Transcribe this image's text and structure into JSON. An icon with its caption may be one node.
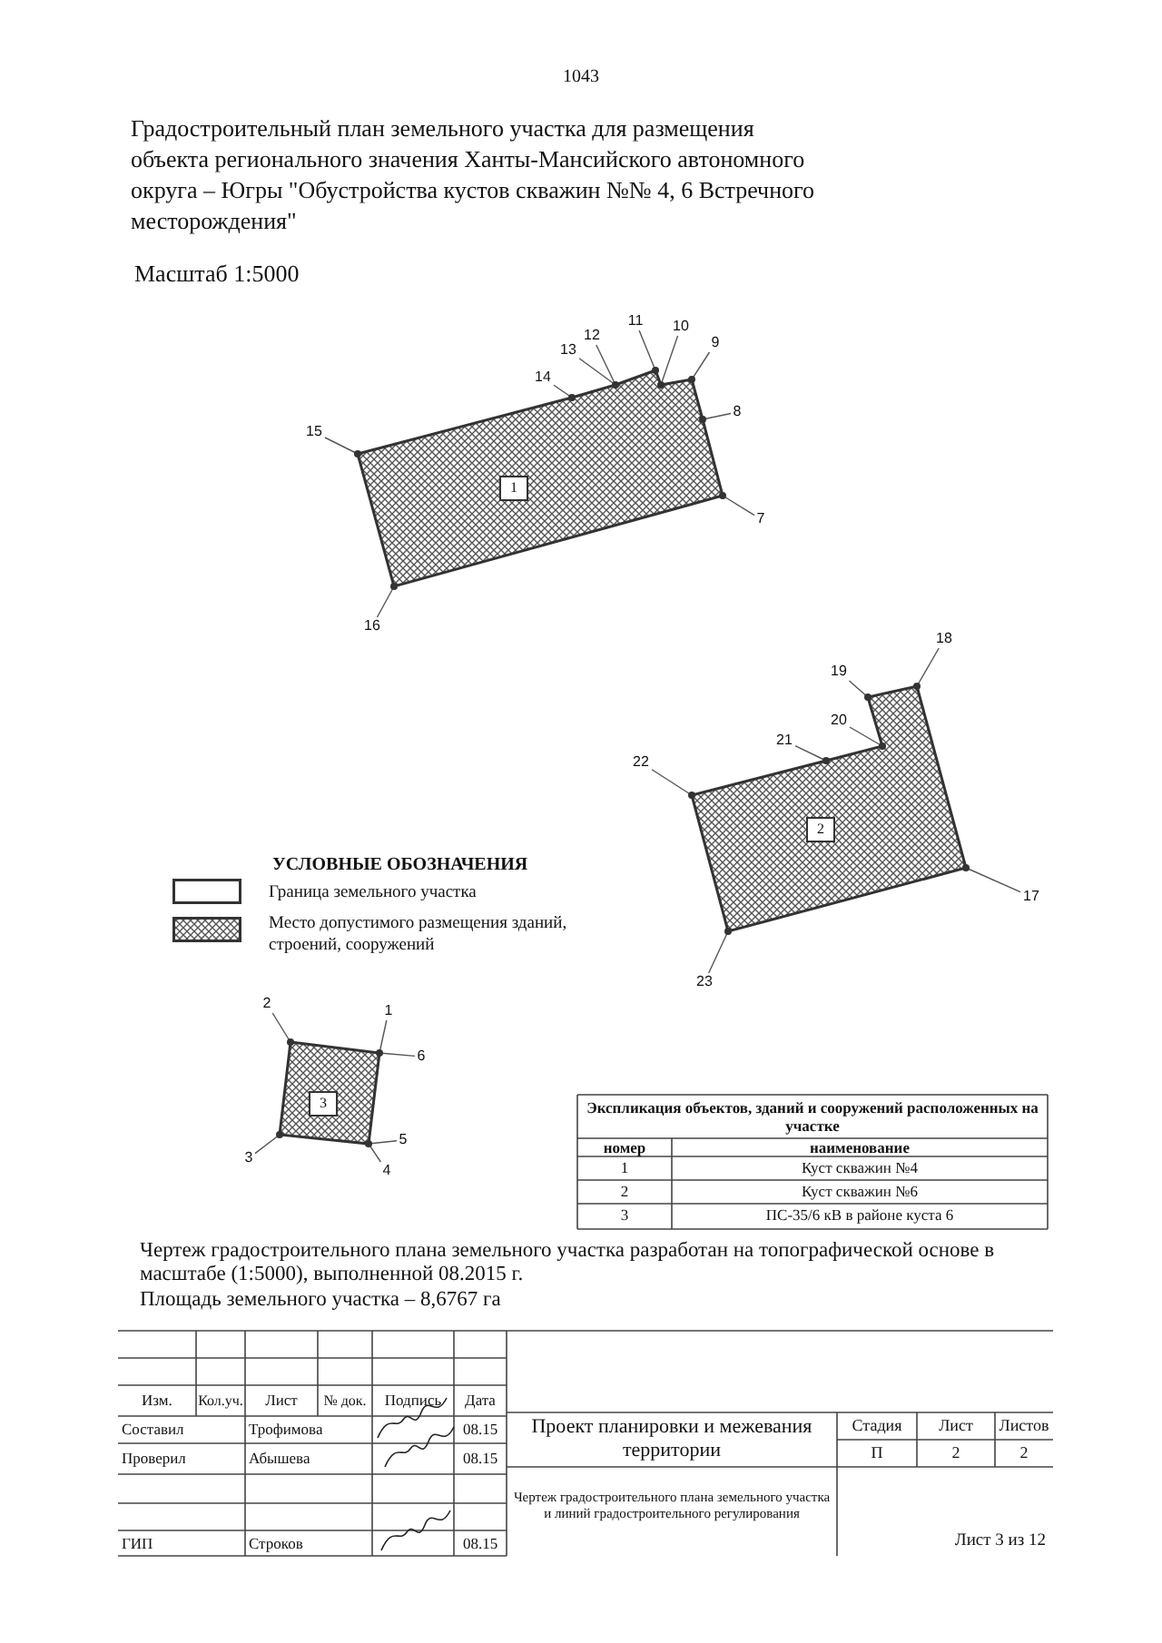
{
  "diagram": {
    "title": "Градостроительный план земельного участка для размещения объекта регионального значения Ханты-Мансийского автономного округа – Югры \"Обустройства кустов скважин №№ 4, 6 Встречного месторождения\"",
    "nodes": [
      {
        "text": [
          "1"
        ]
      },
      {
        "text": [
          "2"
        ]
      },
      {
        "text": [
          "3"
        ]
      },
      {
        "text": [
          "1"
        ]
      },
      {
        "text": [
          "2"
        ]
      },
      {
        "text": [
          "3"
        ]
      },
      {
        "text": [
          "4"
        ]
      },
      {
        "text": [
          "5"
        ]
      },
      {
        "text": [
          "6"
        ]
      },
      {
        "text": [
          "7"
        ]
      },
      {
        "text": [
          "8"
        ]
      },
      {
        "text": [
          "9"
        ]
      },
      {
        "text": [
          "10"
        ]
      },
      {
        "text": [
          "11"
        ]
      },
      {
        "text": [
          "12"
        ]
      },
      {
        "text": [
          "13"
        ]
      },
      {
        "text": [
          "14"
        ]
      },
      {
        "text": [
          "15"
        ]
      },
      {
        "text": [
          "16"
        ]
      },
      {
        "text": [
          "17"
        ]
      },
      {
        "text": [
          "18"
        ]
      },
      {
        "text": [
          "19"
        ]
      },
      {
        "text": [
          "20"
        ]
      },
      {
        "text": [
          "21"
        ]
      },
      {
        "text": [
          "22"
        ]
      },
      {
        "text": [
          "23"
        ]
      }
    ],
    "edges": [
      {
        "from": 3,
        "to": 2,
        "arrow": "none"
      },
      {
        "from": 4,
        "to": 2,
        "arrow": "none"
      },
      {
        "from": 5,
        "to": 2,
        "arrow": "none"
      },
      {
        "from": 6,
        "to": 2,
        "arrow": "none"
      },
      {
        "from": 7,
        "to": 2,
        "arrow": "none"
      },
      {
        "from": 8,
        "to": 2,
        "arrow": "none"
      },
      {
        "from": 9,
        "to": 0,
        "arrow": "none"
      },
      {
        "from": 10,
        "to": 0,
        "arrow": "none"
      },
      {
        "from": 11,
        "to": 0,
        "arrow": "none"
      },
      {
        "from": 12,
        "to": 0,
        "arrow": "none"
      },
      {
        "from": 13,
        "to": 0,
        "arrow": "none"
      },
      {
        "from": 14,
        "to": 0,
        "arrow": "none"
      },
      {
        "from": 15,
        "to": 0,
        "arrow": "none"
      },
      {
        "from": 16,
        "to": 0,
        "arrow": "none"
      },
      {
        "from": 17,
        "to": 0,
        "arrow": "none"
      },
      {
        "from": 18,
        "to": 0,
        "arrow": "none"
      },
      {
        "from": 19,
        "to": 1,
        "arrow": "none"
      },
      {
        "from": 20,
        "to": 1,
        "arrow": "none"
      },
      {
        "from": 21,
        "to": 1,
        "arrow": "none"
      },
      {
        "from": 22,
        "to": 1,
        "arrow": "none"
      },
      {
        "from": 23,
        "to": 1,
        "arrow": "none"
      },
      {
        "from": 24,
        "to": 1,
        "arrow": "none"
      },
      {
        "from": 25,
        "to": 1,
        "arrow": "none"
      }
    ],
    "labels": [
      "1043",
      "Масштаб 1:5000",
      "УСЛОВНЫЕ ОБОЗНАЧЕНИЯ",
      "Экспликация объектов, зданий и сооружений расположенных на участке",
      "номер",
      "наименование",
      "1",
      "Куст скважин №4",
      "2",
      "Куст скважин №6",
      "3",
      "ПС-35/6 кВ в районе куста 6",
      "Чертеж градостроительного плана земельного участка разработан на топографической основе в масштабе (1:5000), выполненной 08.2015 г.",
      "Площадь земельного участка – 8,6767 га",
      "Изм.",
      "Кол.уч.",
      "Лист",
      "№ док.",
      "Подпись",
      "Дата",
      "Составил",
      "Трофимова",
      "08.15",
      "Проект планировки и межевания территории",
      "Стадия",
      "Лист",
      "Листов",
      "Проверил",
      "Абышева",
      "08.15",
      "П",
      "2",
      "2",
      "Чертеж градостроительного плана земельного участка и линий градостроительного регулирования",
      "ГИП",
      "Строков",
      "08.15",
      "Лист 3 из 12"
    ],
    "legend": [
      {
        "text": "Граница земельного участка"
      },
      {
        "text": "Место допустимого размещения зданий, строений, сооружений"
      }
    ]
  }
}
